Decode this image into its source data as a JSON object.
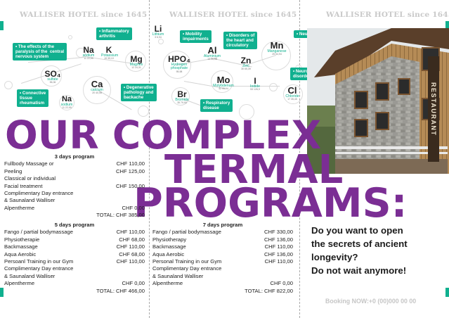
{
  "hotel_brand": "WALLISER HOTEL since 1645",
  "conditions": {
    "inflammatory": "• Inflammatory\narthritis",
    "paralysis": "• The effects of the\nparalysis of the  central\nnervous system",
    "connective": "• Connective\ntissue\nrheumatism",
    "degenerative": "• Degenerative\npathology and\nbackache",
    "mobility": "• Mobility\nimpairments",
    "heart": "• Disorders of\nthe heart and\ncirculatory",
    "respiratory": "• Respiratory\ndisease",
    "neuropathology": "• Neuropathology",
    "neurovegetative": "• Neurovegetative\ndisorders"
  },
  "elements": {
    "Na": {
      "symbol": "Na",
      "name": "sodium",
      "num": "11  22,99"
    },
    "K": {
      "symbol": "K",
      "name": "Potassium",
      "num": "19  39,10"
    },
    "Mg": {
      "symbol": "Mg",
      "name": "Magnes",
      "num": "12  24,31"
    },
    "SO4": {
      "symbol": "SO₄",
      "name": "sulfate",
      "num": "96,06"
    },
    "Ca": {
      "symbol": "Ca",
      "name": "calcium",
      "num": "20  40,08"
    },
    "Na2": {
      "symbol": "Na",
      "name": "sodium",
      "num": "11  22,99"
    },
    "Li": {
      "symbol": "Li",
      "name": "Lithium",
      "num": "3  6,94"
    },
    "HPO4": {
      "symbol": "HPO₄",
      "name": "Hydrogen\nphosphate",
      "num": "95,98"
    },
    "Al": {
      "symbol": "Al",
      "name": "Aluminium",
      "num": "13  26,98"
    },
    "Zn": {
      "symbol": "Zn",
      "name": "Zinc",
      "num": "30  65,39"
    },
    "Mn": {
      "symbol": "Mn",
      "name": "Manganese",
      "num": "25  54,94"
    },
    "Mo": {
      "symbol": "Mo",
      "name": "Molybdenum",
      "num": "42  95,94"
    },
    "I": {
      "symbol": "I",
      "name": "Iodide",
      "num": "53  126,9"
    },
    "Br": {
      "symbol": "Br",
      "name": "Bromide",
      "num": "35  79,90"
    },
    "Cl": {
      "symbol": "Cl",
      "name": "Chloride",
      "num": "17  35,45"
    }
  },
  "headline": {
    "line1": "OUR COMPLEX",
    "line2": "TERMAL",
    "line3": "PROGRAMS:"
  },
  "programs": {
    "three_days": {
      "header": "3 days program",
      "rows": [
        {
          "label": "Fullbody Massage or",
          "price": "CHF 110,00"
        },
        {
          "label": "Peeling",
          "price": "CHF 125,00"
        },
        {
          "label": "Classical or individual",
          "price": ""
        },
        {
          "label": "Facial treatment",
          "price": "CHF 150,00"
        },
        {
          "label": "Complimentary Day entrance",
          "price": ""
        },
        {
          "label": "& Saunaland Walliser",
          "price": ""
        },
        {
          "label": "Alpentherme",
          "price": "CHF 0,00"
        }
      ],
      "total": "TOTAL:  CHF 385,00"
    },
    "five_days": {
      "header": "5 days program",
      "rows": [
        {
          "label": "Fango / partial bodymassage",
          "price": "CHF 110,00"
        },
        {
          "label": "Physiotherapie",
          "price": "CHF 68,00"
        },
        {
          "label": "Backmassage",
          "price": "CHF 110,00"
        },
        {
          "label": "Aqua Aerobic",
          "price": "CHF 68,00"
        },
        {
          "label": "Persoanl Training in our Gym",
          "price": "CHF 110,00"
        },
        {
          "label": "Complimentary Day entrance",
          "price": ""
        },
        {
          "label": "& Saunaland Walliser",
          "price": ""
        },
        {
          "label": "Alpentherme",
          "price": "CHF 0,00"
        }
      ],
      "total": "TOTAL:  CHF 466,00"
    },
    "seven_days": {
      "header": "7  days program",
      "rows": [
        {
          "label": "Fango / partial bodymassage",
          "price": "CHF 330,00"
        },
        {
          "label": "Physiotherapy",
          "price": "CHF 136,00"
        },
        {
          "label": "Backmassage",
          "price": "CHF 110,00"
        },
        {
          "label": "Aqua Aerobic",
          "price": "CHF 136,00"
        },
        {
          "label": "Personal Training in our Gym",
          "price": "CHF 110,00"
        },
        {
          "label": "Complimentary Day entrance",
          "price": ""
        },
        {
          "label": "& Saunaland Walliser",
          "price": ""
        },
        {
          "label": "Alpentherme",
          "price": "CHF 0,00"
        }
      ],
      "total": "TOTAL: CHF 822,00"
    }
  },
  "photo": {
    "sign": "RESTAURANT"
  },
  "question": {
    "line1": "Do you want to open",
    "line2": "the secrets of ancient",
    "line3": "longevity?",
    "line4": "Do not wait anymore!"
  },
  "booking": "Booking NOW:+0 (00)000 00 00",
  "colors": {
    "accent_green": "#10b08f",
    "title_purple": "#7b2e94"
  }
}
